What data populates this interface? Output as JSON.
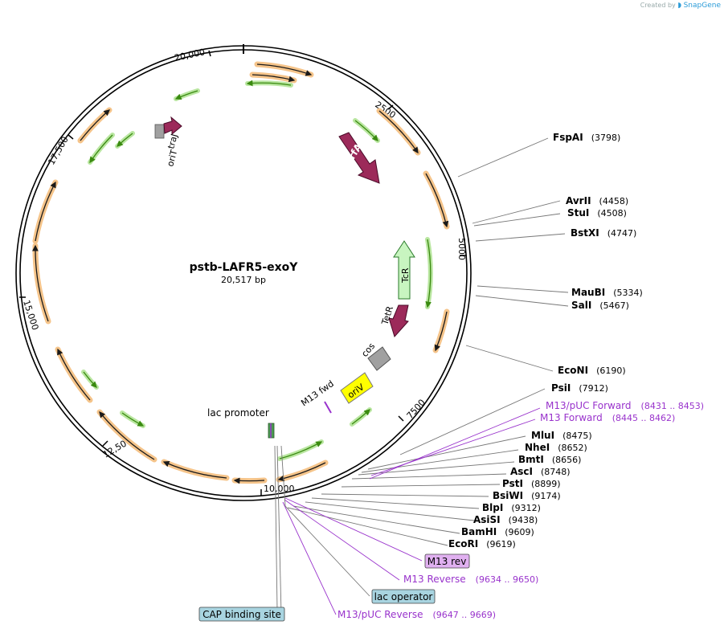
{
  "brand": {
    "created_by": "Created by",
    "app": "SnapGene"
  },
  "plasmid": {
    "name": "pstb-LAFR5-exoY",
    "length": "20,517 bp"
  },
  "colors": {
    "enzyme_line": "#777777",
    "primer": "#9933cc",
    "orf_fill": "#f5c48a",
    "orf_arrow": "#1a1a1a",
    "green_fill": "#b9e6a0",
    "green_arrow": "#3a8a10",
    "gene_dark": "#9c2a5a",
    "tcr": "#c8f5c0",
    "oriv": "#ffff00",
    "cos": "#a0a0a0",
    "lacpromoter": "#4a9a50"
  },
  "ticks": [
    {
      "label": "2500"
    },
    {
      "label": "5000"
    },
    {
      "label": "7500"
    },
    {
      "label": "10,000"
    },
    {
      "label": "12,500"
    },
    {
      "label": "15,000"
    },
    {
      "label": "17,500"
    },
    {
      "label": "20,000"
    }
  ],
  "features": [
    {
      "label": "trfA"
    },
    {
      "label": "TcR"
    },
    {
      "label": "TetR"
    },
    {
      "label": "cos"
    },
    {
      "label": "oriV"
    },
    {
      "label": "M13 fwd"
    },
    {
      "label": "lac promoter"
    },
    {
      "label": "traJ"
    },
    {
      "label": "oriT"
    }
  ],
  "enzymes": [
    {
      "name": "FspAI",
      "pos": "(3798)"
    },
    {
      "name": "AvrII",
      "pos": "(4458)"
    },
    {
      "name": "StuI",
      "pos": "(4508)"
    },
    {
      "name": "BstXI",
      "pos": "(4747)"
    },
    {
      "name": "MauBI",
      "pos": "(5334)"
    },
    {
      "name": "SalI",
      "pos": "(5467)"
    },
    {
      "name": "EcoNI",
      "pos": "(6190)"
    },
    {
      "name": "PsiI",
      "pos": "(7912)"
    },
    {
      "name": "MluI",
      "pos": "(8475)"
    },
    {
      "name": "NheI",
      "pos": "(8652)"
    },
    {
      "name": "BmtI",
      "pos": "(8656)"
    },
    {
      "name": "AscI",
      "pos": "(8748)"
    },
    {
      "name": "PstI",
      "pos": "(8899)"
    },
    {
      "name": "BsiWI",
      "pos": "(9174)"
    },
    {
      "name": "BlpI",
      "pos": "(9312)"
    },
    {
      "name": "AsiSI",
      "pos": "(9438)"
    },
    {
      "name": "BamHI",
      "pos": "(9609)"
    },
    {
      "name": "EcoRI",
      "pos": "(9619)"
    }
  ],
  "primers": [
    {
      "name": "M13/pUC Forward",
      "range": "(8431 .. 8453)"
    },
    {
      "name": "M13 Forward",
      "range": "(8445 .. 8462)"
    },
    {
      "name": "M13 Reverse",
      "range": "(9634 .. 9650)"
    },
    {
      "name": "M13/pUC Reverse",
      "range": "(9647 .. 9669)"
    }
  ],
  "boxed": [
    {
      "label": "M13 rev"
    },
    {
      "label": "lac operator"
    },
    {
      "label": "CAP binding site"
    }
  ]
}
